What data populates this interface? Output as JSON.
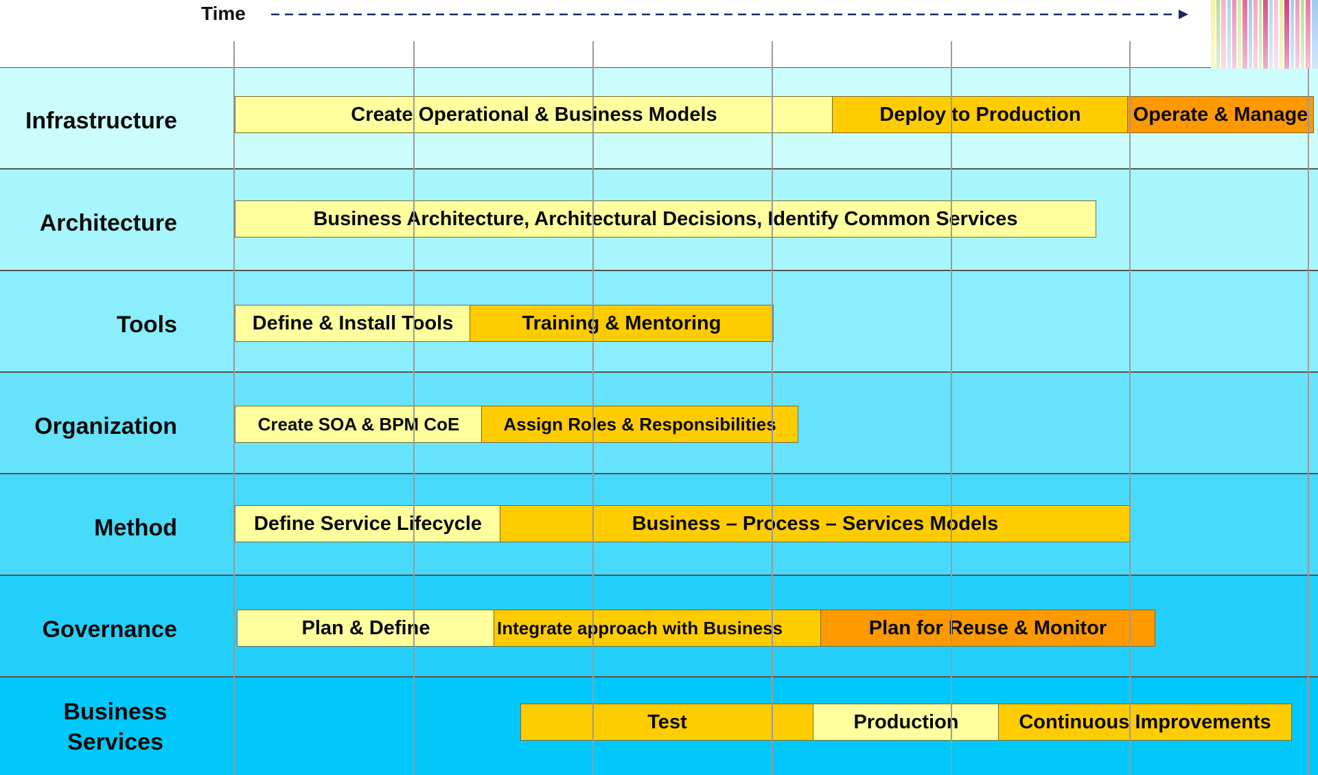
{
  "header": {
    "time_label": "Time"
  },
  "rows": [
    {
      "label": "Infrastructure",
      "bg": "#ccfdfd",
      "bars": [
        {
          "text": "Create Operational  & Business Models",
          "color": "#ffff9e"
        },
        {
          "text": "Deploy to Production",
          "color": "#ffcc00"
        },
        {
          "text": "Operate & Manage",
          "color": "#ff9900"
        }
      ]
    },
    {
      "label": "Architecture",
      "bg": "#a8f6fd",
      "bars": [
        {
          "text": "Business Architecture, Architectural Decisions, Identify  Common Services",
          "color": "#ffff9e"
        }
      ]
    },
    {
      "label": "Tools",
      "bg": "#8aeefc",
      "bars": [
        {
          "text": "Define & Install Tools",
          "color": "#ffff9e"
        },
        {
          "text": "Training & Mentoring",
          "color": "#ffcc00"
        }
      ]
    },
    {
      "label": "Organization",
      "bg": "#66e2fb",
      "bars": [
        {
          "text": "Create SOA & BPM  CoE",
          "color": "#ffff9e"
        },
        {
          "text": "Assign Roles & Responsibilities",
          "color": "#ffcc00"
        }
      ]
    },
    {
      "label": "Method",
      "bg": "#47dafb",
      "bars": [
        {
          "text": "Define Service Lifecycle",
          "color": "#ffff9e"
        },
        {
          "text": "Business – Process – Services Models",
          "color": "#ffcc00"
        }
      ]
    },
    {
      "label": "Governance",
      "bg": "#23d0fb",
      "bars": [
        {
          "text": "Plan & Define",
          "color": "#ffff9e"
        },
        {
          "text": "Integrate approach with  Business",
          "color": "#ffcc00"
        },
        {
          "text": "Plan for Reuse & Monitor",
          "color": "#ff9900"
        }
      ]
    },
    {
      "label": "Business Services",
      "bg": "#00c8fb",
      "bars": [
        {
          "text": "Test",
          "color": "#ffcc00"
        },
        {
          "text": "Production",
          "color": "#ffff9e"
        },
        {
          "text": "Continuous Improvements",
          "color": "#ffcc00"
        }
      ]
    }
  ]
}
